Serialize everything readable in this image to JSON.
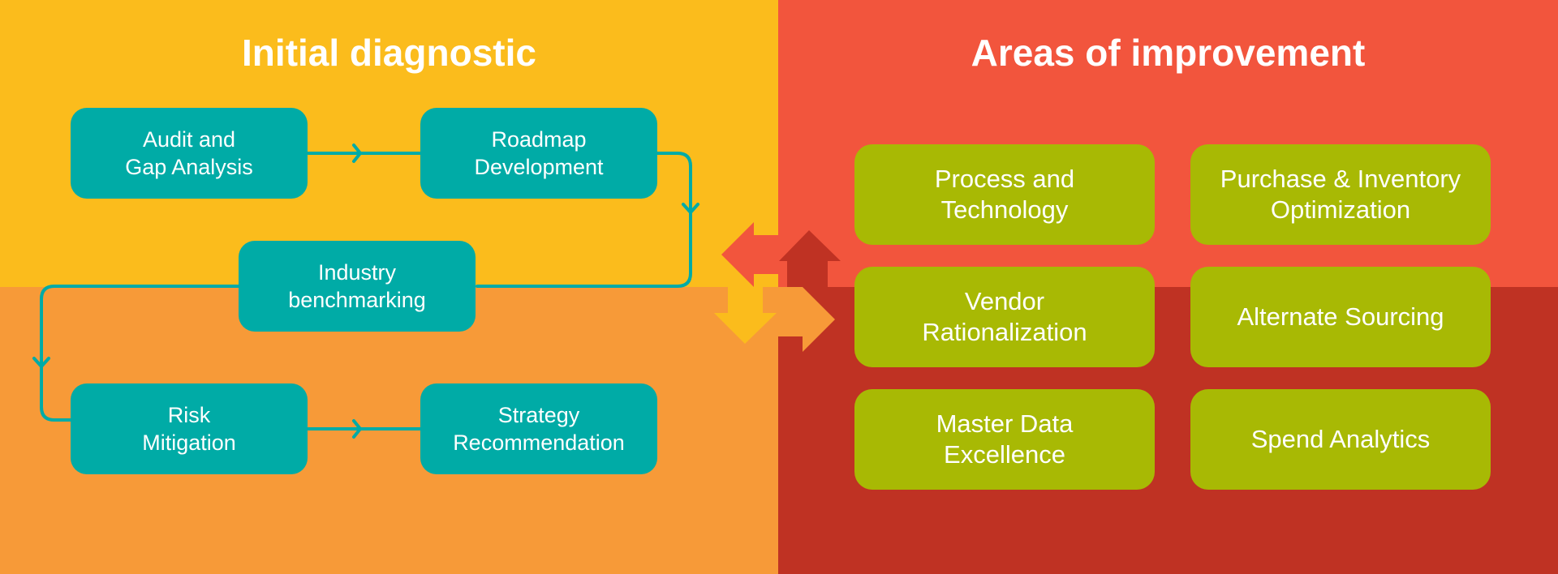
{
  "left_panel": {
    "title": "Initial diagnostic",
    "steps": [
      {
        "label": "Audit and\nGap Analysis"
      },
      {
        "label": "Roadmap\nDevelopment"
      },
      {
        "label": "Industry\nbenchmarking"
      },
      {
        "label": "Risk\nMitigation"
      },
      {
        "label": "Strategy\nRecommendation"
      }
    ]
  },
  "right_panel": {
    "title": "Areas of improvement",
    "areas": [
      {
        "label": "Process and\nTechnology"
      },
      {
        "label": "Purchase & Inventory\nOptimization"
      },
      {
        "label": "Vendor\nRationalization"
      },
      {
        "label": "Alternate Sourcing"
      },
      {
        "label": "Master Data\nExcellence"
      },
      {
        "label": "Spend Analytics"
      }
    ]
  },
  "colors": {
    "top_left": "#FBBC1C",
    "bottom_left": "#F79A38",
    "top_right": "#F2553D",
    "bottom_right": "#BF3223",
    "step_box": "#00ABA6",
    "area_box": "#A8B904"
  }
}
